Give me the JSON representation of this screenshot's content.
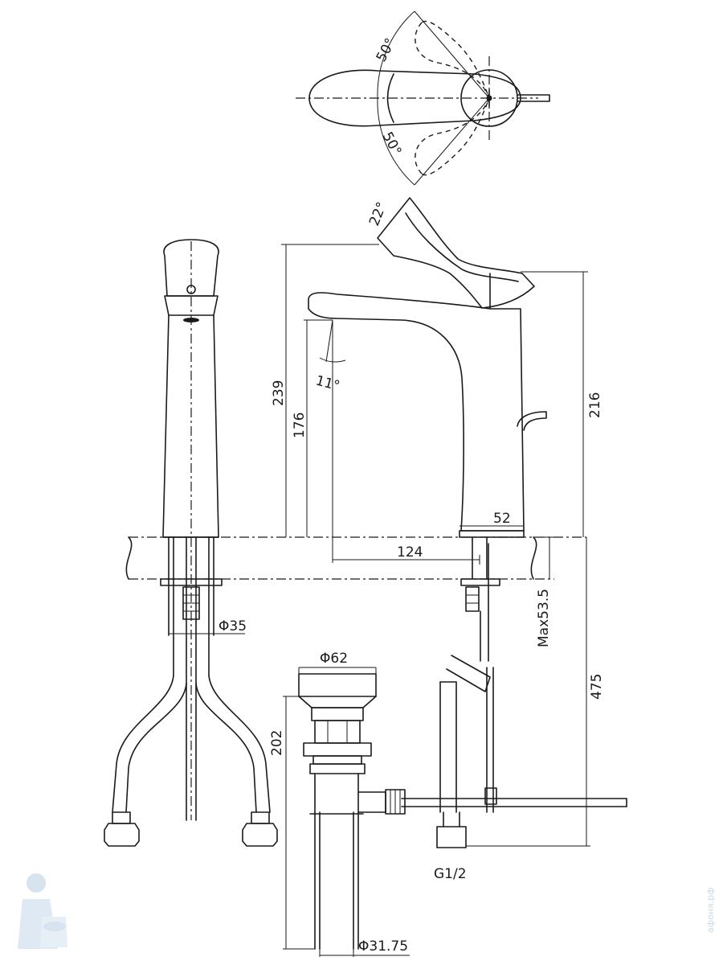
{
  "dimensions": {
    "angle_top": "50°",
    "angle_bottom": "50°",
    "angle_handle": "22°",
    "angle_spout": "11°",
    "height_239": "239",
    "height_176": "176",
    "height_216": "216",
    "width_52": "52",
    "reach_124": "124",
    "max_53_5": "Max53.5",
    "length_475": "475",
    "dia_35": "Φ35",
    "dia_62": "Φ62",
    "height_202": "202",
    "thread_g12": "G1/2",
    "dia_31_75": "Φ31.75"
  },
  "watermark": "афоня.рф"
}
